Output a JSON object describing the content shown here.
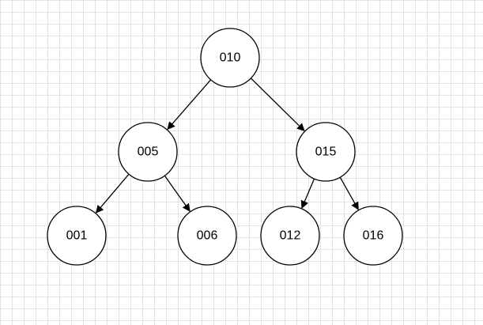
{
  "tree": {
    "nodes": [
      {
        "id": "n010",
        "label": "010"
      },
      {
        "id": "n005",
        "label": "005"
      },
      {
        "id": "n015",
        "label": "015"
      },
      {
        "id": "n001",
        "label": "001"
      },
      {
        "id": "n006",
        "label": "006"
      },
      {
        "id": "n012",
        "label": "012"
      },
      {
        "id": "n016",
        "label": "016"
      }
    ],
    "edges": [
      {
        "from": "n010",
        "to": "n005"
      },
      {
        "from": "n010",
        "to": "n015"
      },
      {
        "from": "n005",
        "to": "n001"
      },
      {
        "from": "n005",
        "to": "n006"
      },
      {
        "from": "n015",
        "to": "n012"
      },
      {
        "from": "n015",
        "to": "n016"
      }
    ]
  },
  "colors": {
    "node_fill": "#ffffff",
    "node_stroke": "#000000",
    "edge": "#000000",
    "grid": "#e3e3e3"
  }
}
